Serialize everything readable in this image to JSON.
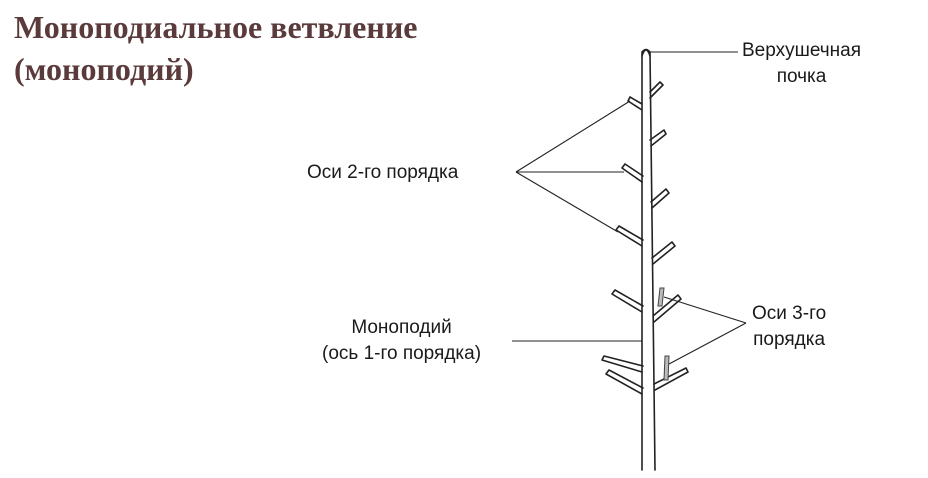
{
  "title": {
    "line1": "Моноподиальное ветвление",
    "line2": "(моноподий)"
  },
  "labels": {
    "apical_bud": {
      "line1": "Верхушечная",
      "line2": "почка"
    },
    "second_order": {
      "line1": "Оси 2-го порядка"
    },
    "monopodium": {
      "line1": "Моноподий",
      "line2": "(ось 1-го порядка)"
    },
    "third_order": {
      "line1": "Оси 3-го",
      "line2": "порядка"
    }
  },
  "colors": {
    "title": "#5a3a3a",
    "text": "#1a1a1a",
    "stroke": "#222222",
    "third_order_fill": "#bbbbbb"
  }
}
